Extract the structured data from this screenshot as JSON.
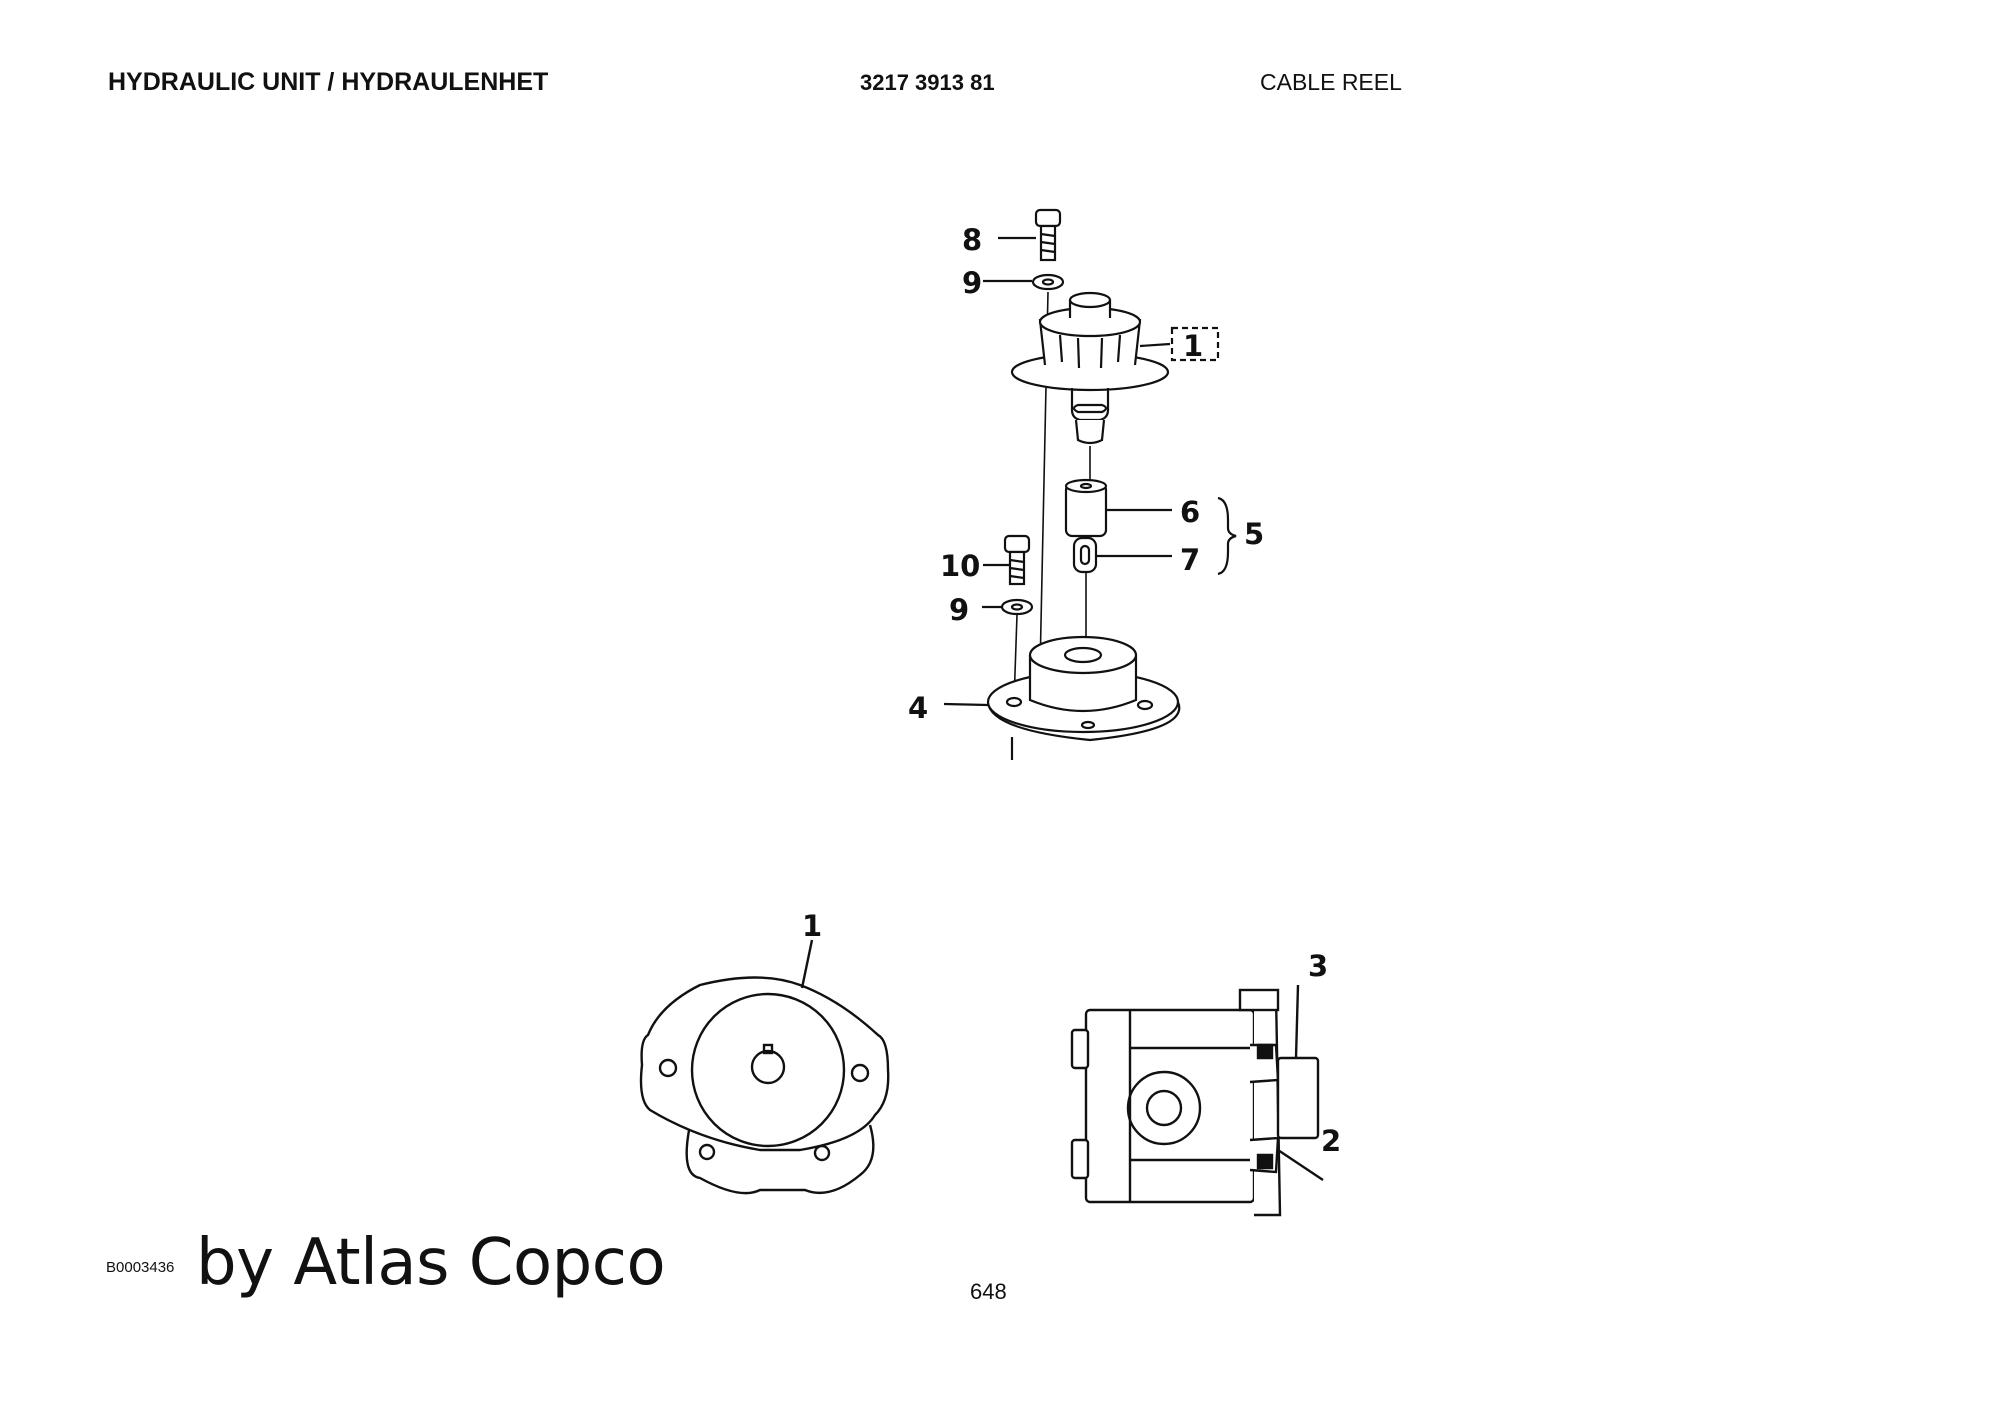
{
  "header": {
    "title": "HYDRAULIC UNIT / HYDRAULENHET",
    "part_number": "3217 3913 81",
    "section": "CABLE REEL"
  },
  "exploded_view": {
    "callouts": {
      "c8": "8",
      "c9a": "9",
      "c1": "1",
      "c6": "6",
      "c7": "7",
      "c5": "5",
      "c10": "10",
      "c9b": "9",
      "c4": "4"
    }
  },
  "detail_view": {
    "callouts": {
      "d1": "1",
      "d3": "3",
      "d2": "2"
    }
  },
  "footer": {
    "drawing_code": "B0003436",
    "brand": "by Atlas Copco",
    "page_number": "648"
  }
}
